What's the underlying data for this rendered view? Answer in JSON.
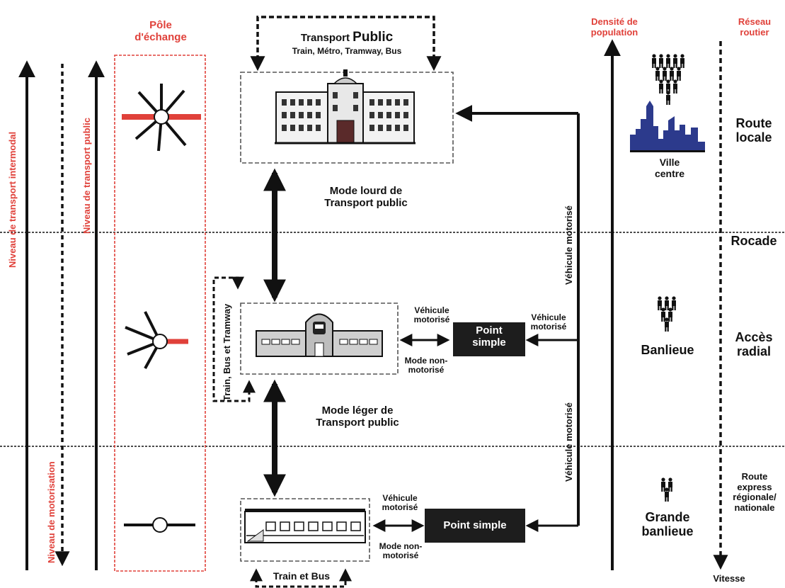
{
  "pole": {
    "title_line1": "Pôle",
    "title_line2": "d'échange"
  },
  "left_axes": {
    "intermodal": "Niveau de transport intermodal",
    "public": "Niveau de transport public",
    "motorisation": "Niveau de motorisation"
  },
  "right_axes": {
    "density_line1": "Densité de",
    "density_line2": "population",
    "road_line1": "Réseau",
    "road_line2": "routier",
    "speed": "Vitesse"
  },
  "top_station": {
    "title_prefix": "Transport ",
    "title_emphasis": "Public",
    "modes": "Train, Métro, Tramway, Bus"
  },
  "heavy_mode": {
    "line1": "Mode lourd de",
    "line2": "Transport public"
  },
  "light_mode": {
    "line1": "Mode léger de",
    "line2": "Transport public"
  },
  "mid_loop_label": "Train, Bus et Tramway",
  "bottom_loop_label": "Train et Bus",
  "mid_links": {
    "vehicle_line1": "Véhicule",
    "vehicle_line2": "motorisé",
    "vehicle_right_line1": "Véhicule",
    "vehicle_right_line2": "motorisé",
    "nonmotor_line1": "Mode non-",
    "nonmotor_line2": "motorisé"
  },
  "low_links": {
    "vehicle_line1": "Véhicule",
    "vehicle_line2": "motorisé",
    "nonmotor_line1": "Mode non-",
    "nonmotor_line2": "motorisé"
  },
  "point_simple_mid": {
    "line1": "Point",
    "line2": "simple"
  },
  "point_simple_low": "Point simple",
  "vertical_vehicle_upper": "Véhicule motorisé",
  "vertical_vehicle_lower": "Véhicule motorisé",
  "zones": {
    "ville_line1": "Ville",
    "ville_line2": "centre",
    "banlieue": "Banlieue",
    "grande_line1": "Grande",
    "grande_line2": "banlieue"
  },
  "roads": {
    "locale_line1": "Route",
    "locale_line2": "locale",
    "rocade": "Rocade",
    "radial_line1": "Accès",
    "radial_line2": "radial",
    "express_line1": "Route",
    "express_line2": "express",
    "express_line3": "régionale/",
    "express_line4": "nationale"
  },
  "colors": {
    "accent": "#e0413a",
    "dark": "#1d1d1d",
    "city": "#2c3a8c"
  }
}
